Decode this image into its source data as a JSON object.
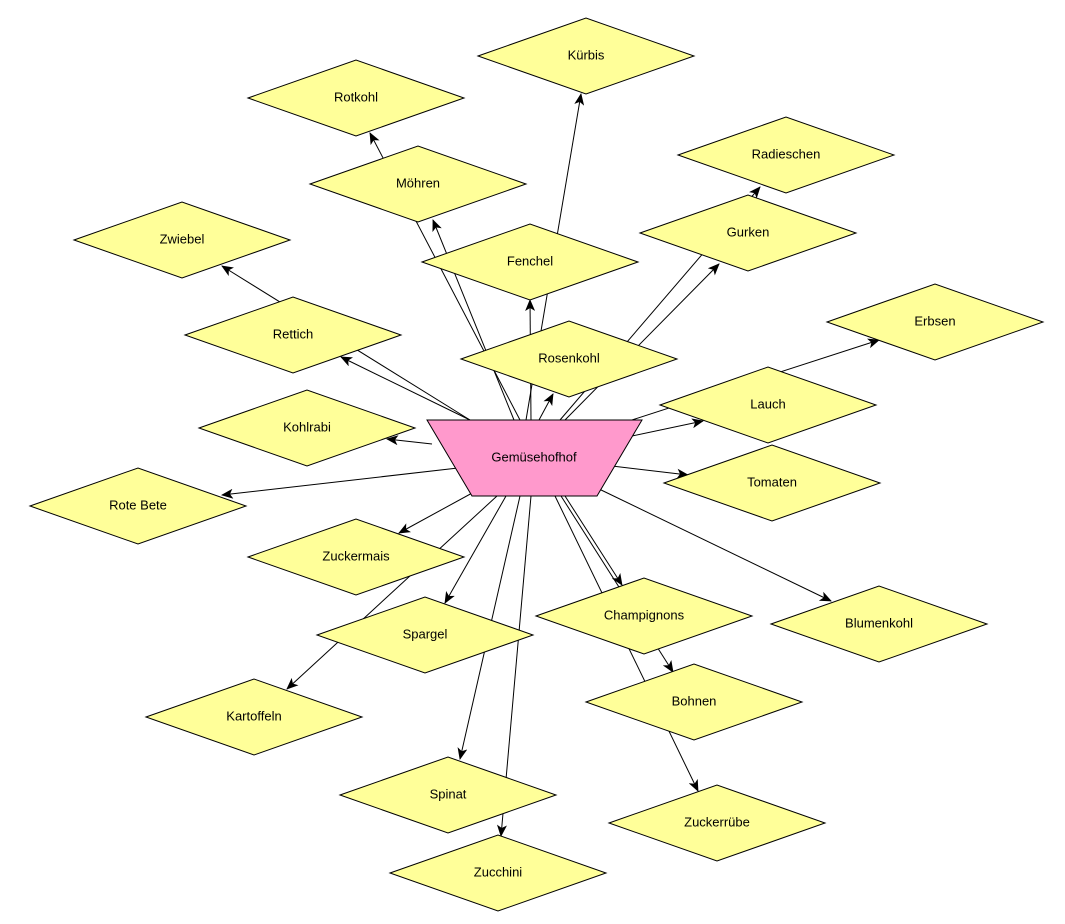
{
  "diagram": {
    "hub": {
      "id": "hub",
      "label": "Gemüsehofhof",
      "shape": "trapezoid",
      "fill": "#ff99cc"
    },
    "node_style": {
      "shape": "diamond",
      "fill": "#ffff99",
      "stroke": "#000000"
    },
    "edge_style": {
      "stroke": "#000000",
      "arrow": "target"
    },
    "nodes": [
      {
        "id": "kuerbis",
        "label": "Kürbis"
      },
      {
        "id": "rotkohl",
        "label": "Rotkohl"
      },
      {
        "id": "radieschen",
        "label": "Radieschen"
      },
      {
        "id": "moehren",
        "label": "Möhren"
      },
      {
        "id": "zwiebel",
        "label": "Zwiebel"
      },
      {
        "id": "gurken",
        "label": "Gurken"
      },
      {
        "id": "fenchel",
        "label": "Fenchel"
      },
      {
        "id": "erbsen",
        "label": "Erbsen"
      },
      {
        "id": "rettich",
        "label": "Rettich"
      },
      {
        "id": "rosenkohl",
        "label": "Rosenkohl"
      },
      {
        "id": "lauch",
        "label": "Lauch"
      },
      {
        "id": "kohlrabi",
        "label": "Kohlrabi"
      },
      {
        "id": "tomaten",
        "label": "Tomaten"
      },
      {
        "id": "rote-bete",
        "label": "Rote Bete"
      },
      {
        "id": "zuckermais",
        "label": "Zuckermais"
      },
      {
        "id": "champignons",
        "label": "Champignons"
      },
      {
        "id": "blumenkohl",
        "label": "Blumenkohl"
      },
      {
        "id": "spargel",
        "label": "Spargel"
      },
      {
        "id": "bohnen",
        "label": "Bohnen"
      },
      {
        "id": "kartoffeln",
        "label": "Kartoffeln"
      },
      {
        "id": "spinat",
        "label": "Spinat"
      },
      {
        "id": "zuckerruebe",
        "label": "Zuckerrübe"
      },
      {
        "id": "zucchini",
        "label": "Zucchini"
      }
    ],
    "edges": [
      {
        "from": "hub",
        "to": "kuerbis"
      },
      {
        "from": "hub",
        "to": "rotkohl"
      },
      {
        "from": "hub",
        "to": "radieschen"
      },
      {
        "from": "hub",
        "to": "moehren"
      },
      {
        "from": "hub",
        "to": "zwiebel"
      },
      {
        "from": "hub",
        "to": "gurken"
      },
      {
        "from": "hub",
        "to": "fenchel"
      },
      {
        "from": "hub",
        "to": "erbsen"
      },
      {
        "from": "hub",
        "to": "rettich"
      },
      {
        "from": "hub",
        "to": "rosenkohl"
      },
      {
        "from": "hub",
        "to": "lauch"
      },
      {
        "from": "hub",
        "to": "kohlrabi"
      },
      {
        "from": "hub",
        "to": "tomaten"
      },
      {
        "from": "hub",
        "to": "rote-bete"
      },
      {
        "from": "hub",
        "to": "zuckermais"
      },
      {
        "from": "hub",
        "to": "champignons"
      },
      {
        "from": "hub",
        "to": "blumenkohl"
      },
      {
        "from": "hub",
        "to": "spargel"
      },
      {
        "from": "hub",
        "to": "bohnen"
      },
      {
        "from": "hub",
        "to": "kartoffeln"
      },
      {
        "from": "hub",
        "to": "spinat"
      },
      {
        "from": "hub",
        "to": "zuckerruebe"
      },
      {
        "from": "hub",
        "to": "zucchini"
      }
    ]
  }
}
